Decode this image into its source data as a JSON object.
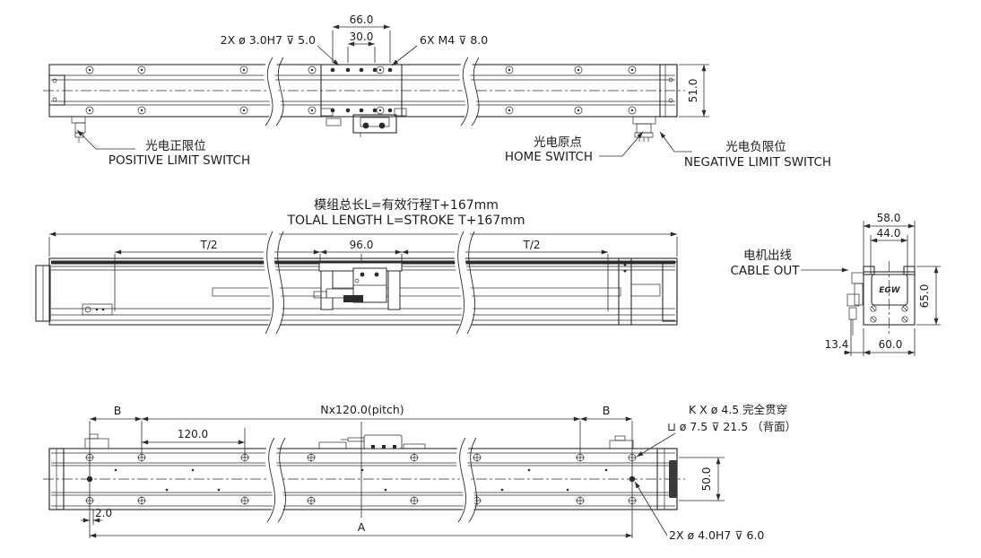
{
  "drawing": {
    "colors": {
      "line": "#2b2b2b",
      "text": "#1c1c1c",
      "background": "#ffffff"
    },
    "top_view": {
      "dim_width_outer": "66.0",
      "dim_width_inner": "30.0",
      "note_dowel": "2X ø 3.0H7 ⊽ 5.0",
      "note_tap": "6X M4 ⊽ 8.0",
      "dim_height": "51.0",
      "positive_limit": {
        "zh": "光电正限位",
        "en": "POSITIVE LIMIT SWITCH"
      },
      "home": {
        "zh": "光电原点",
        "en": "HOME SWITCH"
      },
      "negative_limit": {
        "zh": "光电负限位",
        "en": "NEGATIVE LIMIT SWITCH"
      }
    },
    "front_view": {
      "title_zh": "模组总长L=有效行程T+167mm",
      "title_en": "TOLAL LENGTH L=STROKE T+167mm",
      "dim_t2_left": "T/2",
      "dim_center": "96.0",
      "dim_t2_right": "T/2"
    },
    "end_view": {
      "dim_width_outer": "58.0",
      "dim_width_inner": "44.0",
      "dim_height": "65.0",
      "dim_offset": "13.4",
      "dim_base": "60.0",
      "cable": {
        "zh": "电机出线",
        "en": "CABLE OUT"
      },
      "logo": "EGW"
    },
    "bottom_view": {
      "dim_b_left": "B",
      "dim_pitch": "Nx120.0(pitch)",
      "dim_b_right": "B",
      "dim_pitch_first": "120.0",
      "dim_edge": "2.0",
      "dim_total": "A",
      "dim_height": "50.0",
      "note_through_line1": "K X ø 4.5 完全贯穿",
      "note_through_line2": "⊔ ø 7.5  ⊽ 21.5 （背面）",
      "note_dowel": "2X ø 4.0H7 ⊽ 6.0"
    }
  }
}
